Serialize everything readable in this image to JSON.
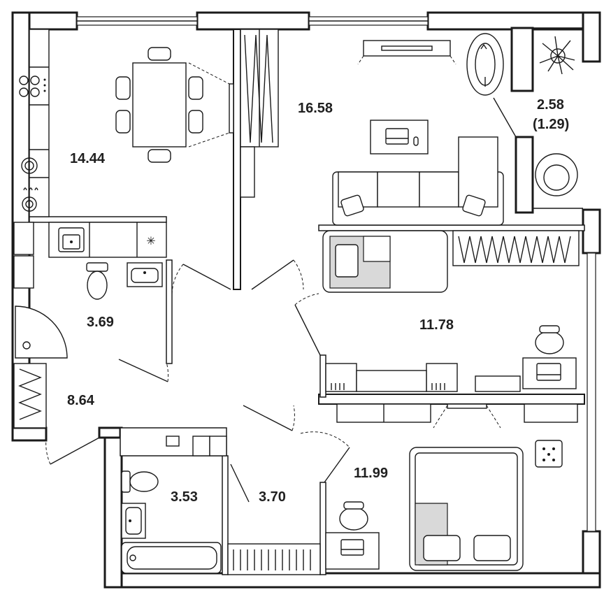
{
  "rooms": [
    {
      "id": "kitchen",
      "area": "14.44"
    },
    {
      "id": "living-room",
      "area": "16.58"
    },
    {
      "id": "balcony",
      "area": "2.58",
      "note": "(1.29)"
    },
    {
      "id": "bathroom-top",
      "area": "3.69"
    },
    {
      "id": "hallway",
      "area": "8.64"
    },
    {
      "id": "bedroom-1",
      "area": "11.78"
    },
    {
      "id": "bathroom-bottom",
      "area": "3.53"
    },
    {
      "id": "corridor",
      "area": "3.70"
    },
    {
      "id": "bedroom-2",
      "area": "11.99"
    }
  ]
}
